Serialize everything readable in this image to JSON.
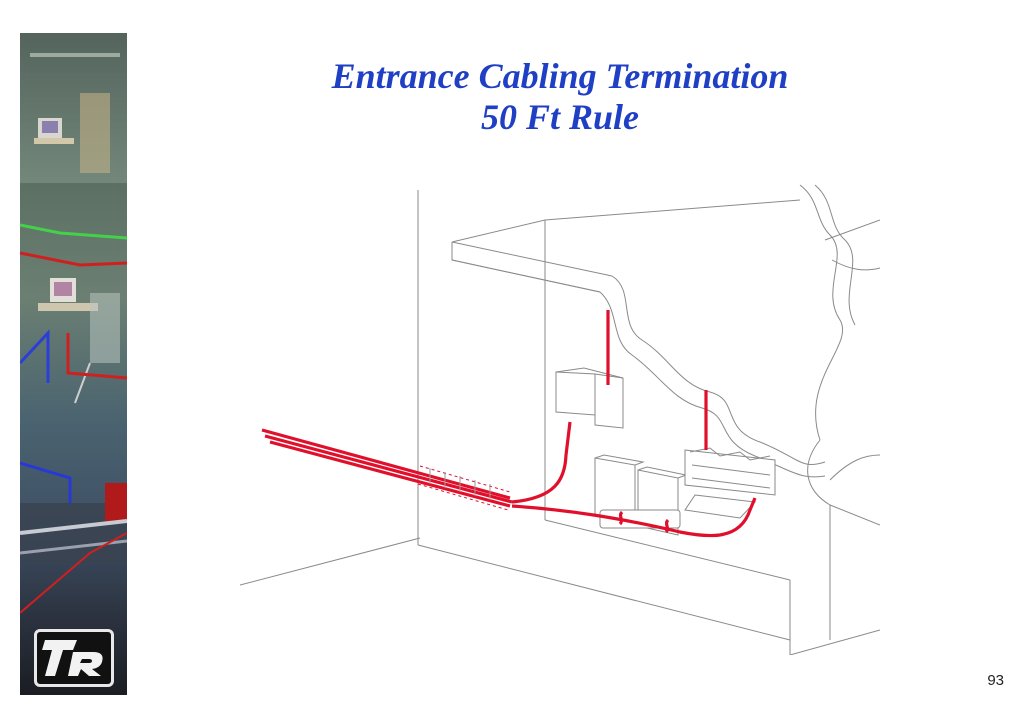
{
  "slide": {
    "title_line1": "Entrance Cabling Termination",
    "title_line2": "50 Ft Rule",
    "page_number": "93"
  },
  "colors": {
    "title": "#1f3fc4",
    "cable": "#e0102c",
    "line": "#777777"
  },
  "icons": {
    "logo": "company-logo-icon",
    "sidebar": "office-building-photo"
  }
}
